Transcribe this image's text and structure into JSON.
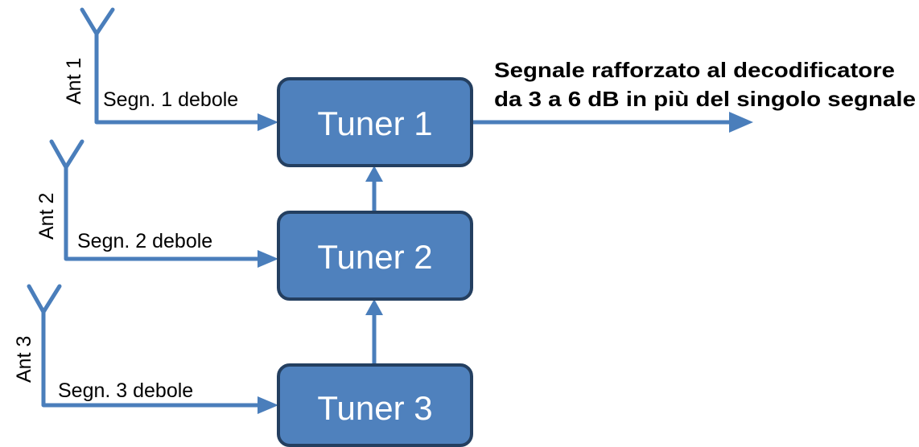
{
  "antennas": [
    {
      "label": "Ant 1",
      "signal": "Segn. 1 debole"
    },
    {
      "label": "Ant 2",
      "signal": "Segn. 2 debole"
    },
    {
      "label": "Ant 3",
      "signal": "Segn. 3 debole"
    }
  ],
  "tuners": [
    {
      "label": "Tuner 1"
    },
    {
      "label": "Tuner 2"
    },
    {
      "label": "Tuner 3"
    }
  ],
  "output": {
    "line1": "Segnale rafforzato al decodificatore",
    "line2": "da 3 a 6 dB in più del singolo segnale"
  },
  "colors": {
    "box_fill": "#4f81bd",
    "box_border": "#243f60",
    "wire": "#4a7ebb"
  }
}
